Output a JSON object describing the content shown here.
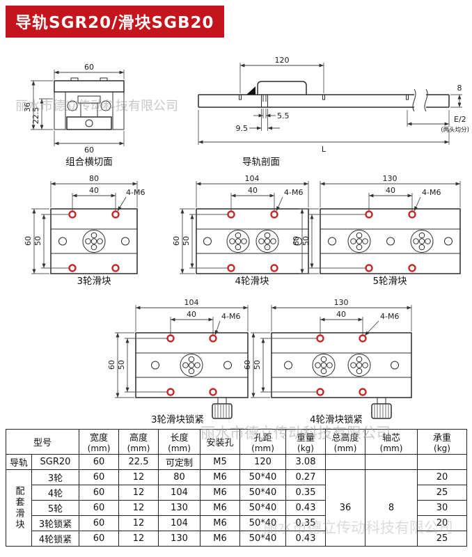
{
  "page": {
    "title": "导轨SGR20/滑块SGB20",
    "watermark": "丽水市德立传动科技有限公司"
  },
  "drawings": {
    "cross_section": {
      "label": "组合横切面",
      "dim_top": "60",
      "dim_left_outer": "36",
      "dim_left_inner": "22.5",
      "dim_bottom": "60"
    },
    "rail_section": {
      "label": "导轨剖面",
      "dim_pitch": "120",
      "dim_height": "8",
      "dim_hole": "5.5",
      "dim_counterbore": "9.5",
      "dim_length": "L",
      "dim_end": "E/2",
      "dim_end_note": "(两头均分)"
    },
    "slider3": {
      "label": "3轮滑块",
      "dim_width": "80",
      "dim_hole_pitch_x": "40",
      "dim_holes": "4-M6",
      "dim_height": "60",
      "dim_hole_pitch_y": "50"
    },
    "slider4": {
      "label": "4轮滑块",
      "dim_width": "104",
      "dim_hole_pitch_x": "40",
      "dim_holes": "4-M6",
      "dim_height": "60",
      "dim_hole_pitch_y": "50"
    },
    "slider5": {
      "label": "5轮滑块",
      "dim_width": "130",
      "dim_hole_pitch_x": "40",
      "dim_holes": "4-M6",
      "dim_height": "60",
      "dim_hole_pitch_y": "50"
    },
    "lock3": {
      "label": "3轮滑块锁紧",
      "dim_width": "104",
      "dim_hole_pitch_x": "40",
      "dim_holes": "4-M6",
      "dim_height": "60",
      "dim_hole_pitch_y": "50"
    },
    "lock4": {
      "label": "4轮滑块锁紧",
      "dim_width": "130",
      "dim_hole_pitch_x": "40",
      "dim_holes": "4-M6",
      "dim_height": "60",
      "dim_hole_pitch_y": "50"
    }
  },
  "table": {
    "headers": [
      {
        "t": "型号",
        "u": ""
      },
      {
        "t": "宽度",
        "u": "(mm)"
      },
      {
        "t": "高度",
        "u": "(mm)"
      },
      {
        "t": "长度",
        "u": "(mm)"
      },
      {
        "t": "安装孔",
        "u": ""
      },
      {
        "t": "孔距",
        "u": "(mm)"
      },
      {
        "t": "重量",
        "u": "(kg)"
      },
      {
        "t": "总高度",
        "u": "(mm)"
      },
      {
        "t": "轴芯",
        "u": "(mm)"
      },
      {
        "t": "承重",
        "u": "(kg)"
      }
    ],
    "rail_group": "导轨",
    "slider_group": "配套滑块",
    "total_height": "36",
    "shaft_core": "8",
    "rows": [
      {
        "model": "SGR20",
        "width": "60",
        "height": "22.5",
        "length": "可定制",
        "hole": "M5",
        "pitch": "120",
        "weight": "3.08",
        "load": ""
      },
      {
        "model": "3轮",
        "width": "60",
        "height": "12",
        "length": "80",
        "hole": "M6",
        "pitch": "50*40",
        "weight": "0.27",
        "load": "20"
      },
      {
        "model": "4轮",
        "width": "60",
        "height": "12",
        "length": "104",
        "hole": "M6",
        "pitch": "50*40",
        "weight": "0.35",
        "load": "25"
      },
      {
        "model": "5轮",
        "width": "60",
        "height": "12",
        "length": "130",
        "hole": "M6",
        "pitch": "50*40",
        "weight": "0.43",
        "load": "30"
      },
      {
        "model": "3轮锁紧",
        "width": "60",
        "height": "12",
        "length": "104",
        "hole": "M6",
        "pitch": "50*40",
        "weight": "0.35",
        "load": "20"
      },
      {
        "model": "4轮锁紧",
        "width": "60",
        "height": "12",
        "length": "130",
        "hole": "M6",
        "pitch": "50*40",
        "weight": "0.43",
        "load": "25"
      }
    ]
  }
}
